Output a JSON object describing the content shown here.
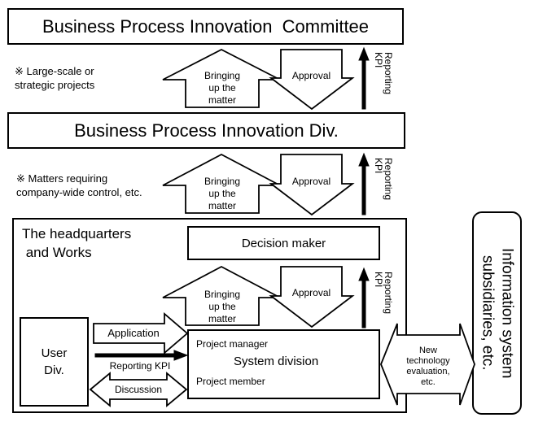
{
  "committee": "Business Process Innovation  Committee",
  "division": "Business Process Innovation Div.",
  "note1": "※ Large-scale or\n   strategic  projects",
  "note2": "※ Matters requiring\ncompany-wide control, etc.",
  "bringing_up": "Bringing\nup the\nmatter",
  "approval": "Approval",
  "reporting_kpi_vertical": "Reporting\nKPI",
  "hq": "The headquarters\n and Works",
  "decision_maker": "Decision maker",
  "user_div": "User\nDiv.",
  "application": "Application",
  "reporting_kpi": "Reporting KPI",
  "discussion": "Discussion",
  "project_manager": "Project manager",
  "system_division": "System division",
  "project_member": "Project member",
  "new_tech": "New\ntechnology\nevaluation,\netc.",
  "info_system": "Information system\nsubsidiaries, etc."
}
